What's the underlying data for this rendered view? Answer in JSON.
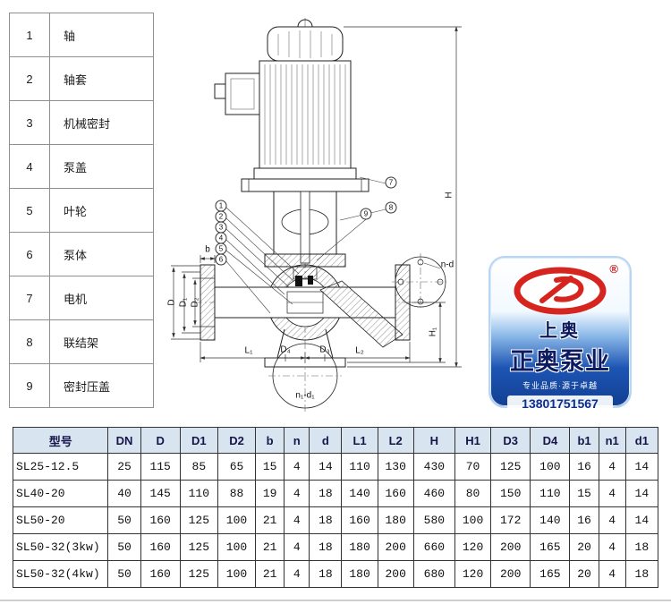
{
  "parts_table": {
    "rows": [
      [
        "1",
        "轴"
      ],
      [
        "2",
        "轴套"
      ],
      [
        "3",
        "机械密封"
      ],
      [
        "4",
        "泵盖"
      ],
      [
        "5",
        "叶轮"
      ],
      [
        "6",
        "泵体"
      ],
      [
        "7",
        "电机"
      ],
      [
        "8",
        "联结架"
      ],
      [
        "9",
        "密封压盖"
      ]
    ]
  },
  "diagram": {
    "callouts": [
      "1",
      "2",
      "3",
      "4",
      "5",
      "6",
      "7",
      "8",
      "9"
    ],
    "dims": {
      "b": "b",
      "d2": "D₂",
      "d1": "D₁",
      "d": "D",
      "l1": "L₁",
      "d4": "D₄",
      "d3": "D₃",
      "l2": "L₂",
      "n1d1": "n₁-d₁",
      "nd": "n-d",
      "h1": "H₁",
      "h": "H"
    }
  },
  "badge": {
    "reg": "®",
    "line1": "上奥",
    "line2": "正奥泵业",
    "slogan": "专业品质·源于卓越",
    "phone": "13801751567",
    "accent_red": "#d6251f",
    "accent_blue": "#1d55b4"
  },
  "dim_table": {
    "headers": [
      "型号",
      "DN",
      "D",
      "D1",
      "D2",
      "b",
      "n",
      "d",
      "L1",
      "L2",
      "H",
      "H1",
      "D3",
      "D4",
      "b1",
      "n1",
      "d1"
    ],
    "rows": [
      [
        "SL25-12.5",
        "25",
        "115",
        "85",
        "65",
        "15",
        "4",
        "14",
        "110",
        "130",
        "430",
        "70",
        "125",
        "100",
        "16",
        "4",
        "14"
      ],
      [
        "SL40-20",
        "40",
        "145",
        "110",
        "88",
        "19",
        "4",
        "18",
        "140",
        "160",
        "460",
        "80",
        "150",
        "110",
        "15",
        "4",
        "14"
      ],
      [
        "SL50-20",
        "50",
        "160",
        "125",
        "100",
        "21",
        "4",
        "18",
        "160",
        "180",
        "580",
        "100",
        "172",
        "140",
        "16",
        "4",
        "14"
      ],
      [
        "SL50-32(3kw)",
        "50",
        "160",
        "125",
        "100",
        "21",
        "4",
        "18",
        "180",
        "200",
        "660",
        "120",
        "200",
        "165",
        "20",
        "4",
        "18"
      ],
      [
        "SL50-32(4kw)",
        "50",
        "160",
        "125",
        "100",
        "21",
        "4",
        "18",
        "180",
        "200",
        "680",
        "120",
        "200",
        "165",
        "20",
        "4",
        "18"
      ]
    ]
  }
}
